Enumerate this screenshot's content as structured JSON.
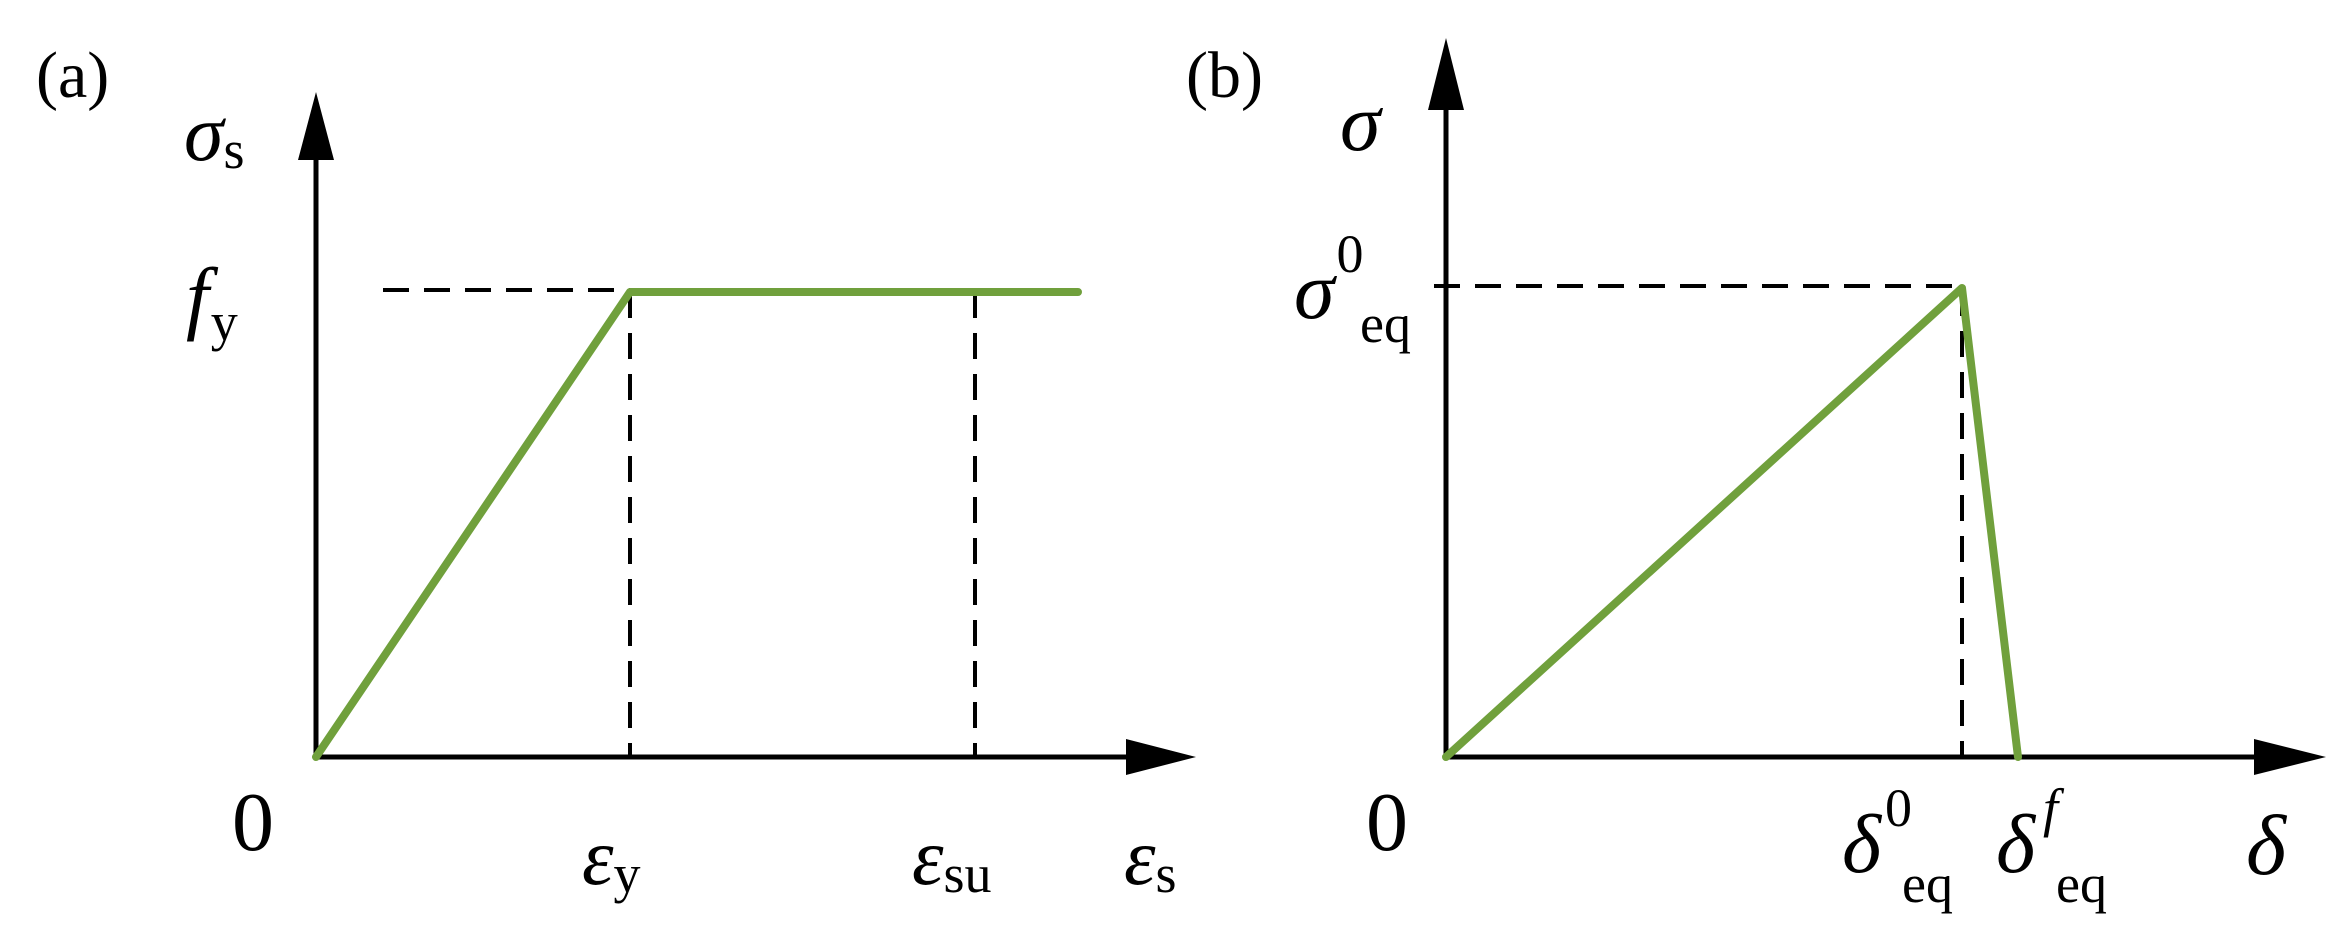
{
  "colors": {
    "curve": "#70a03c",
    "axis": "#000000",
    "guide": "#000000"
  },
  "panel_a": {
    "label": "(a)",
    "origin": "0",
    "y_axis": {
      "symbol": "σ",
      "sub": "s"
    },
    "x_axis": {
      "symbol": "ε",
      "sub": "s"
    },
    "y_mark": {
      "symbol": "f",
      "sub": "y"
    },
    "x_marks": [
      {
        "symbol": "ε",
        "sub": "y"
      },
      {
        "symbol": "ε",
        "sub": "su"
      }
    ],
    "model": "elastic-perfectly-plastic",
    "curve": [
      {
        "strain": 0,
        "stress": 0
      },
      {
        "strain": "εy",
        "stress": "fy"
      },
      {
        "strain": "beyond εsu",
        "stress": "fy"
      }
    ]
  },
  "panel_b": {
    "label": "(b)",
    "origin": "0",
    "y_axis": {
      "symbol": "σ"
    },
    "x_axis": {
      "symbol": "δ"
    },
    "y_mark": {
      "symbol": "σ",
      "sub": "eq",
      "sup": "0"
    },
    "x_marks": [
      {
        "symbol": "δ",
        "sub": "eq",
        "sup": "0"
      },
      {
        "symbol": "δ",
        "sub": "eq",
        "sup": "f"
      }
    ],
    "model": "bilinear-softening",
    "curve": [
      {
        "separation": 0,
        "stress": 0
      },
      {
        "separation": "δeq0",
        "stress": "σeq0"
      },
      {
        "separation": "δeqf",
        "stress": 0
      }
    ]
  }
}
